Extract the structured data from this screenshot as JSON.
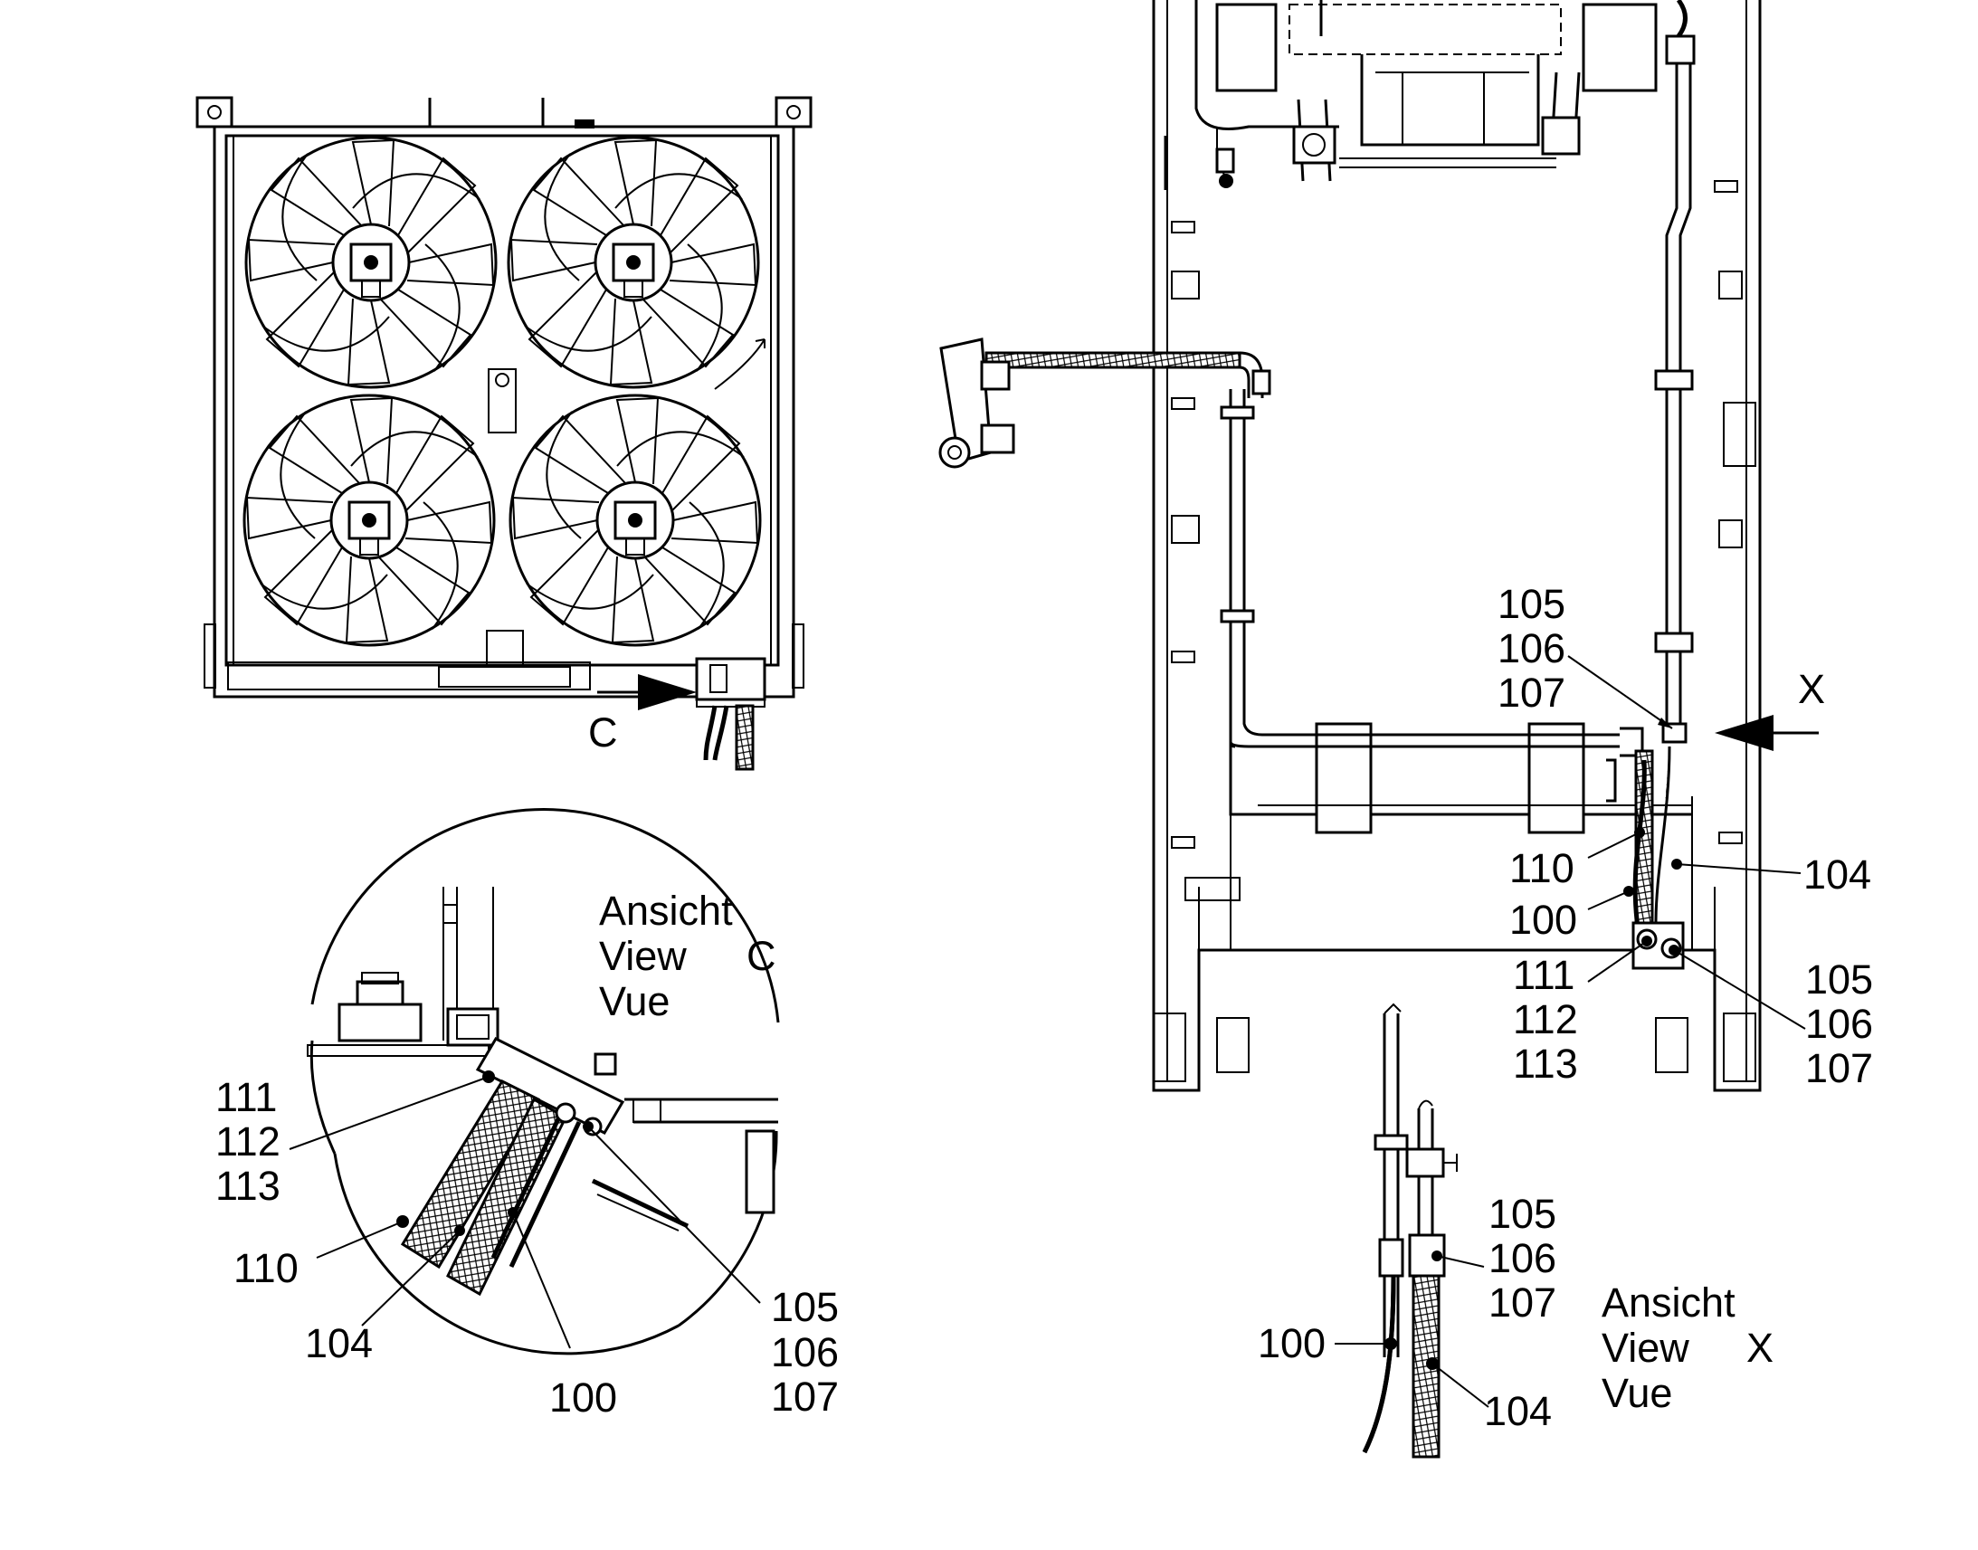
{
  "fan_view": {
    "arrow_label": "C"
  },
  "detail_c": {
    "heading": [
      "Ansicht",
      "View",
      "Vue"
    ],
    "view_letter": "C",
    "callouts": {
      "group_111": [
        "111",
        "112",
        "113"
      ],
      "item_110": "110",
      "item_104": "104",
      "item_100": "100",
      "group_105": [
        "105",
        "106",
        "107"
      ]
    }
  },
  "frame_view": {
    "arrow_label": "X",
    "callouts": {
      "group_105_top": [
        "105",
        "106",
        "107"
      ],
      "item_110": "110",
      "item_100": "100",
      "item_104": "104",
      "group_111": [
        "111",
        "112",
        "113"
      ],
      "group_105_bottom": [
        "105",
        "106",
        "107"
      ]
    }
  },
  "detail_x": {
    "heading": [
      "Ansicht",
      "View",
      "Vue"
    ],
    "view_letter": "X",
    "callouts": {
      "group_105": [
        "105",
        "106",
        "107"
      ],
      "item_100": "100",
      "item_104": "104"
    }
  }
}
